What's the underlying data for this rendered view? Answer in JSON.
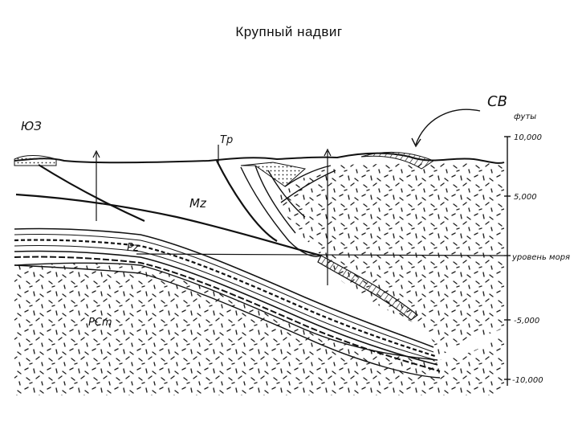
{
  "title": "Крупный надвиг",
  "direction_labels": {
    "southwest": "ЮЗ",
    "northeast": "СВ"
  },
  "unit_label": "футы",
  "scale_ticks": [
    "10,000",
    "5,000",
    "уровень моря",
    "-5,000",
    "-10,000"
  ],
  "unit_labels": {
    "tertiary": "Tp",
    "mesozoic": "Mz",
    "paleozoic": "Pz",
    "precambrian": "PCm"
  }
}
